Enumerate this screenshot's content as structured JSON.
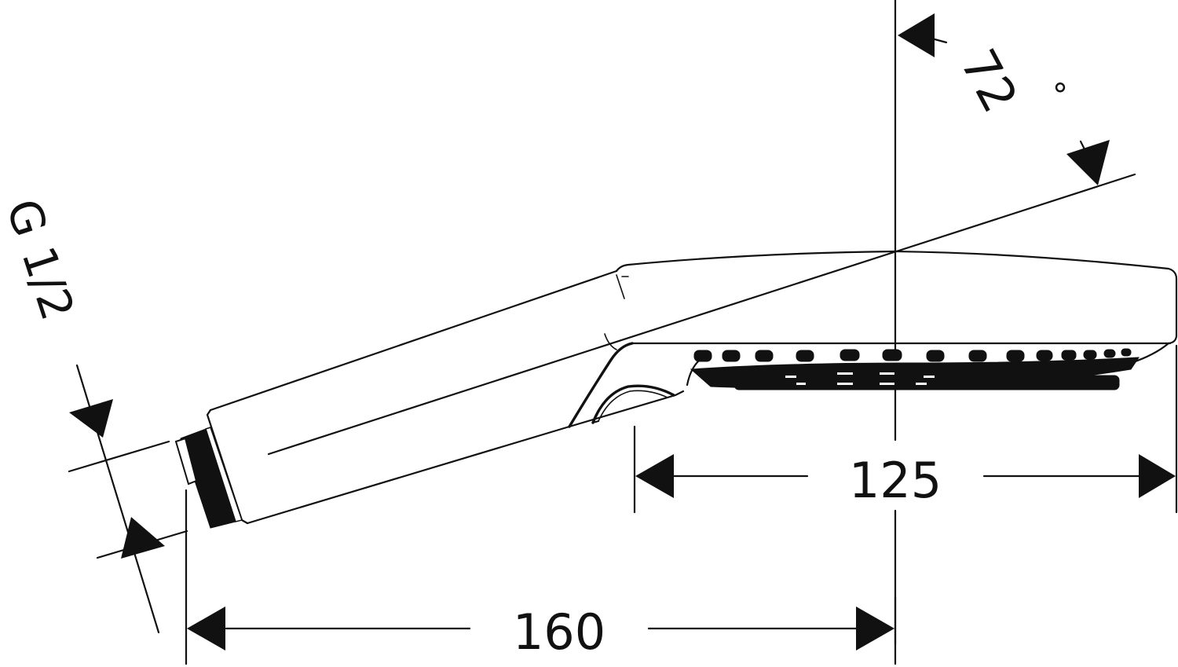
{
  "drawing": {
    "title": "Hand shower technical drawing",
    "units": "mm",
    "line_color": "#111111",
    "background_color": "#ffffff"
  },
  "dimensions": {
    "overall_length": {
      "value": "160",
      "label": "160"
    },
    "head_length": {
      "value": "125",
      "label": "125"
    },
    "tilt_angle": {
      "value": "72",
      "label": "72",
      "unit_symbol": "°"
    },
    "thread": {
      "label": "G 1/2"
    }
  }
}
